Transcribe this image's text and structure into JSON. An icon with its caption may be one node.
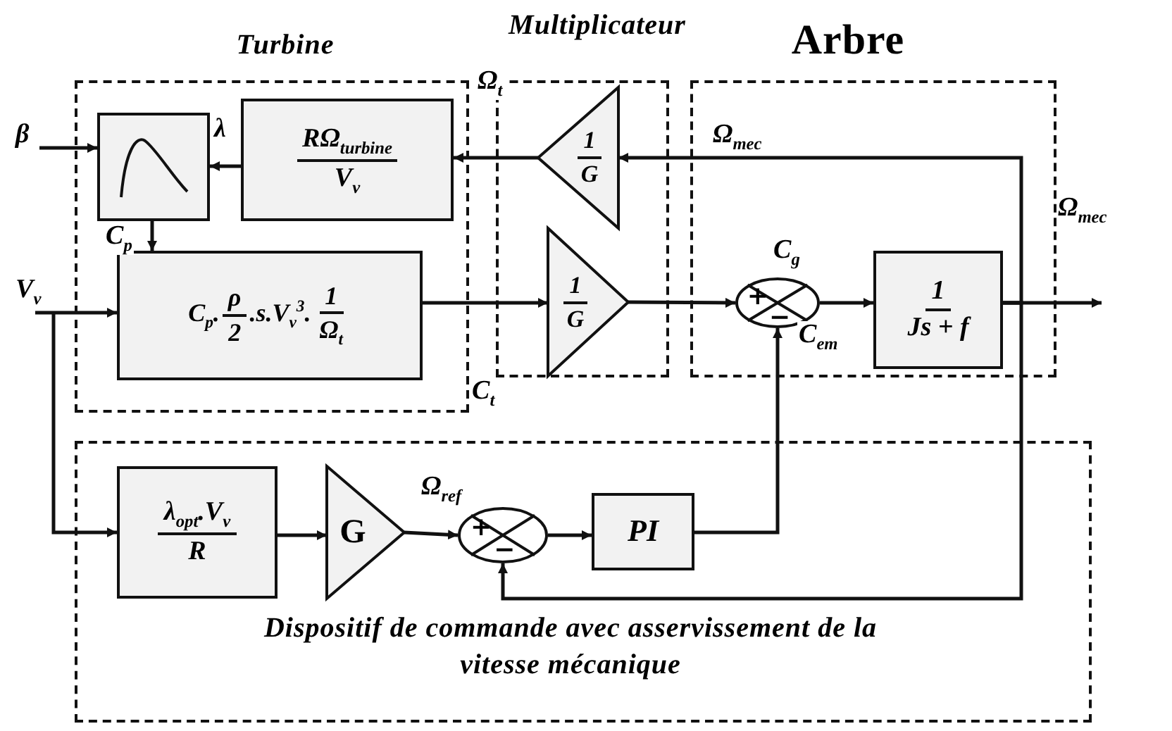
{
  "diagram": {
    "nodes": [
      {
        "text": [
          "Turbine"
        ]
      },
      {
        "text": [
          "Multiplicateur"
        ]
      },
      {
        "text": [
          "Arbre"
        ]
      },
      {
        "text": [
          "Dispositif de commande avec asservissement de la vitesse mécanique"
        ]
      },
      {
        "text": [],
        "shape": "box",
        "in": 0
      },
      {
        "text": [
          "RΩ$_{turbine}$",
          "V$_{v}$"
        ],
        "in": 0
      },
      {
        "text": [
          "C$_{p}$.",
          "ρ",
          "2",
          ".s.V$_{v}$$^{3}$.",
          "1",
          "Ω$_{t}$"
        ],
        "in": 0
      },
      {
        "text": [
          "1",
          "G"
        ],
        "in": 1
      },
      {
        "text": [
          "1",
          "G"
        ],
        "in": 1
      },
      {
        "text": [
          "+",
          "−"
        ],
        "in": 2
      },
      {
        "text": [
          "1",
          "Js + f"
        ],
        "in": 2
      },
      {
        "text": [
          "λ$_{opt}$.V$_{v}$",
          "R"
        ],
        "in": 3
      },
      {
        "text": [
          "G"
        ],
        "in": 3
      },
      {
        "text": [
          "+",
          "−"
        ],
        "in": 3
      },
      {
        "text": [
          "PI"
        ],
        "in": 3
      }
    ],
    "edges": [
      {
        "from": null,
        "to": 4,
        "arrow": "to",
        "label": "β"
      },
      {
        "from": 5,
        "to": 4,
        "arrow": "to",
        "label": "λ"
      },
      {
        "from": 4,
        "to": 6,
        "arrow": "to",
        "label": "C$_{p}$"
      },
      {
        "from": null,
        "to": 6,
        "arrow": "to",
        "label": "V$_{v}$"
      },
      {
        "from": null,
        "to": 11,
        "arrow": "to"
      },
      {
        "from": 7,
        "to": 5,
        "arrow": "to"
      },
      {
        "from": 6,
        "to": 8,
        "arrow": "to"
      },
      {
        "from": 8,
        "to": 9,
        "arrow": "to"
      },
      {
        "from": 9,
        "to": 10,
        "arrow": "to"
      },
      {
        "from": 10,
        "to": null,
        "arrow": "to",
        "label": "Ω$_{mec}$"
      },
      {
        "from": 10,
        "to": 7,
        "arrow": "to",
        "label": "Ω$_{mec}$"
      },
      {
        "from": 10,
        "to": 13,
        "arrow": "to"
      },
      {
        "from": 14,
        "to": 9,
        "arrow": "to"
      },
      {
        "from": 11,
        "to": 12,
        "arrow": "to"
      },
      {
        "from": 12,
        "to": 13,
        "arrow": "to"
      },
      {
        "from": 13,
        "to": 14,
        "arrow": "to"
      }
    ],
    "labels": [
      "Ω$_{t}$",
      "C$_{t}$",
      "C$_{g}$",
      "C$_{em}$",
      "Ω$_{ref}$"
    ]
  }
}
